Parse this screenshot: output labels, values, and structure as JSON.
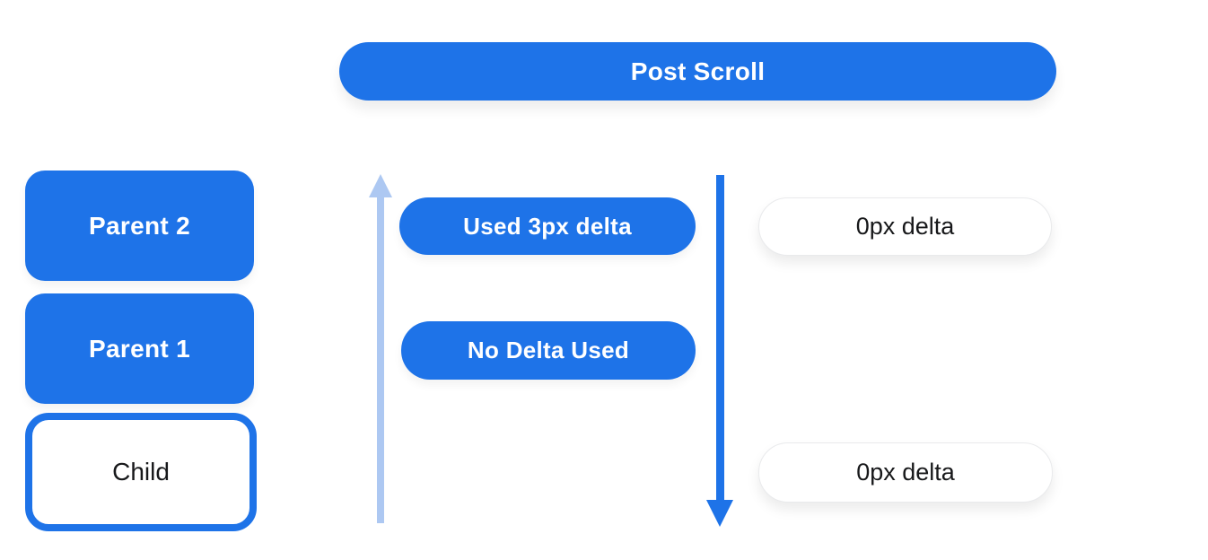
{
  "header": {
    "label": "Post Scroll"
  },
  "nodes": {
    "parent2": {
      "label": "Parent 2"
    },
    "parent1": {
      "label": "Parent 1"
    },
    "child": {
      "label": "Child"
    }
  },
  "annotations": {
    "used_delta": {
      "label": "Used 3px delta"
    },
    "no_delta": {
      "label": "No Delta Used"
    },
    "top_right_delta": {
      "label": "0px delta"
    },
    "bottom_right_delta": {
      "label": "0px delta"
    }
  },
  "icons": {
    "up_arrow": "up-scroll-arrow",
    "down_arrow": "down-scroll-arrow"
  },
  "colors": {
    "primary_blue": "#1e73e8",
    "light_blue": "#adc8f2",
    "pill_white": "#ffffff",
    "pill_border": "#e9eaec",
    "text_on_blue": "#ffffff",
    "text_dark": "#17181a",
    "background": "#ffffff"
  }
}
